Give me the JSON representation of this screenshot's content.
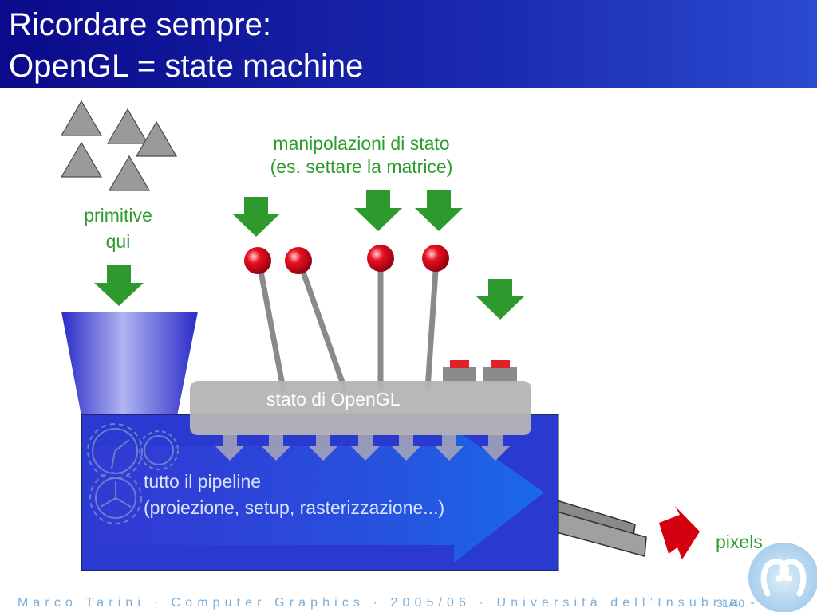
{
  "slide": {
    "title_line1": "Ricordare sempre:",
    "title_line2": "OpenGL = state machine",
    "label_state_manip_line1": "manipolazioni di stato",
    "label_state_manip_line2": "(es. settare la matrice)",
    "label_primitives_line1": "primitive",
    "label_primitives_line2": "qui",
    "label_state_box": "stato di OpenGL",
    "label_pipeline_line1": "tutto il pipeline",
    "label_pipeline_line2": "(proiezione, setup, rasterizzazione...)",
    "label_pixels": "pixels",
    "footer_text": "Marco Tarini · Computer Graphics · 2005/06 · Università dell’Insubria -",
    "page_number": "31/40"
  },
  "colors": {
    "title_bar": "#0a0a8a",
    "label_green": "#2e9c2e",
    "machine_blue": "#2a3ad0",
    "state_box_gray": "#b4b4b4",
    "knob_red": "#d40010",
    "pixels_arrow_red": "#d40010",
    "footer_text": "#7aaed8"
  },
  "icons": [
    "triangle-icon",
    "green-arrow-down-icon",
    "red-knob-icon",
    "gear-icon",
    "red-arrow-icon",
    "logo-icon"
  ]
}
